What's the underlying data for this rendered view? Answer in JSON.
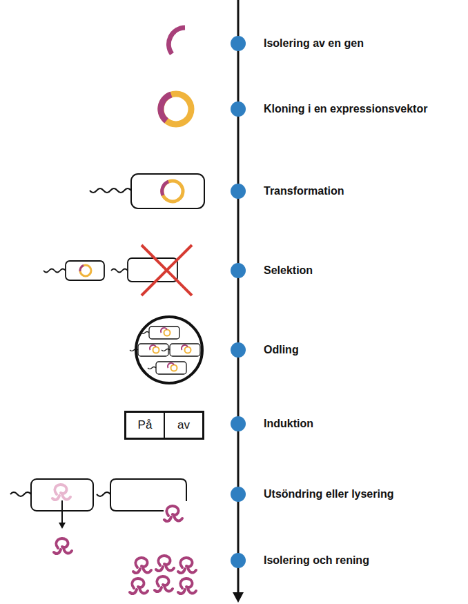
{
  "diagram": {
    "nodes": [
      {
        "text": [
          "På",
          "av"
        ]
      }
    ],
    "labels": [
      "Isolering av en gen",
      "Kloning i en expressionsvektor",
      "Transformation",
      "Selektion",
      "Odling",
      "Induktion",
      "Utsöndring eller lysering",
      "Isolering och rening"
    ]
  }
}
